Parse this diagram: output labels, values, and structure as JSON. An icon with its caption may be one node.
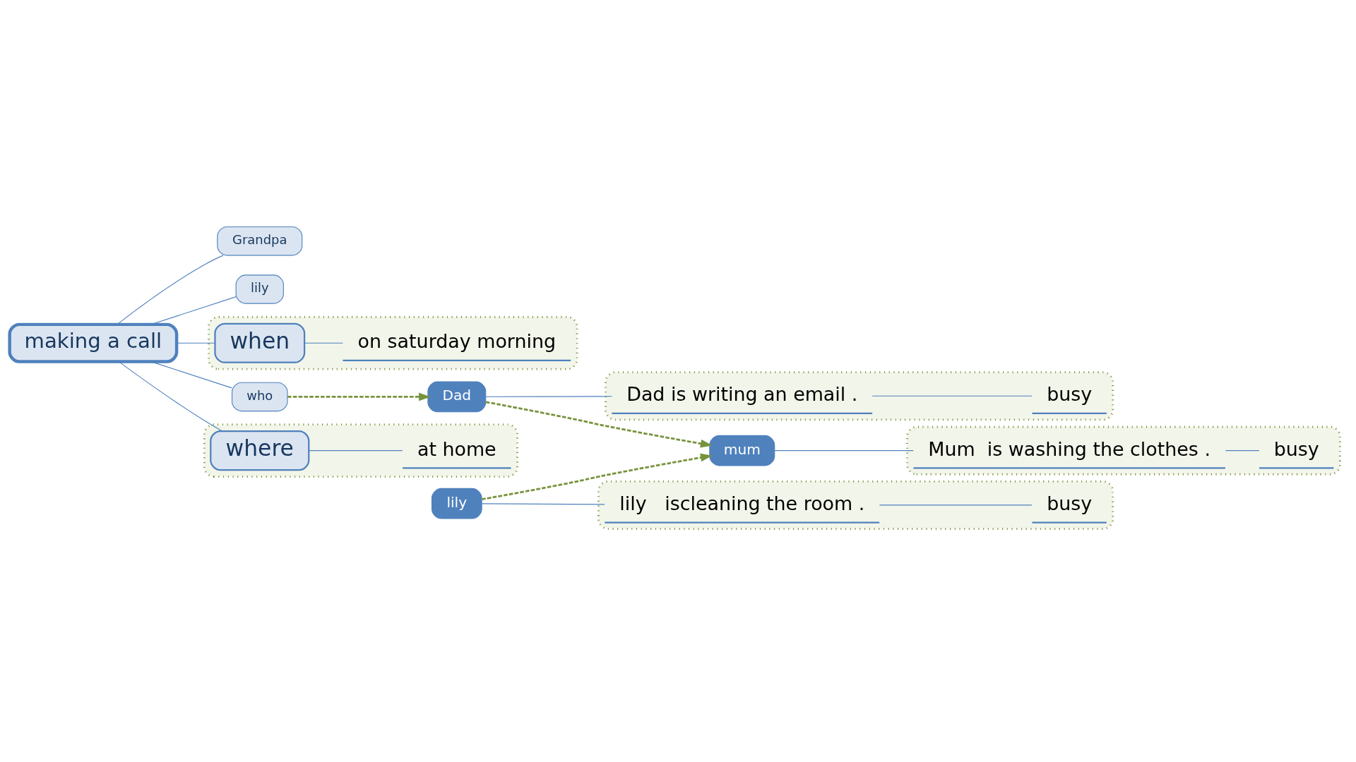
{
  "diagram": {
    "nodes": [
      {
        "text": [
          "making a call"
        ]
      },
      {
        "text": [
          "Grandpa"
        ]
      },
      {
        "text": [
          "lily"
        ]
      },
      {
        "text": [
          "who"
        ]
      },
      {
        "text": [],
        "shape": "box"
      },
      {
        "text": [
          "when"
        ],
        "in": 4
      },
      {
        "text": [
          "on saturday morning"
        ],
        "in": 4
      },
      {
        "text": [],
        "shape": "box"
      },
      {
        "text": [
          "where"
        ],
        "in": 7
      },
      {
        "text": [
          "at home"
        ],
        "in": 7
      },
      {
        "text": [
          "Dad"
        ]
      },
      {
        "text": [],
        "shape": "box"
      },
      {
        "text": [
          "Dad is writing an email ."
        ],
        "in": 11
      },
      {
        "text": [
          "busy"
        ],
        "in": 11
      },
      {
        "text": [
          "mum"
        ]
      },
      {
        "text": [],
        "shape": "box"
      },
      {
        "text": [
          "Mum  is washing the clothes ."
        ],
        "in": 15
      },
      {
        "text": [
          "busy"
        ],
        "in": 15
      },
      {
        "text": [
          "lily"
        ]
      },
      {
        "text": [],
        "shape": "box"
      },
      {
        "text": [
          "lily   iscleaning the room ."
        ],
        "in": 19
      },
      {
        "text": [
          "busy"
        ],
        "in": 19
      }
    ],
    "edges": [
      {
        "from": 0,
        "to": 1,
        "arrow": "none"
      },
      {
        "from": 0,
        "to": 2,
        "arrow": "none"
      },
      {
        "from": 0,
        "to": 3,
        "arrow": "none"
      },
      {
        "from": 0,
        "to": 5,
        "arrow": "none"
      },
      {
        "from": 5,
        "to": 6,
        "arrow": "none"
      },
      {
        "from": 0,
        "to": 8,
        "arrow": "none"
      },
      {
        "from": 8,
        "to": 9,
        "arrow": "none"
      },
      {
        "from": 3,
        "to": 10,
        "arrow": "to",
        "style": "dashed",
        "color": "#77933c"
      },
      {
        "from": 10,
        "to": 12,
        "arrow": "none"
      },
      {
        "from": 12,
        "to": 13,
        "arrow": "none"
      },
      {
        "from": 10,
        "to": 14,
        "arrow": "to",
        "style": "dashed",
        "color": "#77933c"
      },
      {
        "from": 14,
        "to": 16,
        "arrow": "none"
      },
      {
        "from": 16,
        "to": 17,
        "arrow": "none"
      },
      {
        "from": 18,
        "to": 14,
        "arrow": "to",
        "style": "dashed",
        "color": "#77933c"
      },
      {
        "from": 18,
        "to": 20,
        "arrow": "none"
      },
      {
        "from": 20,
        "to": 21,
        "arrow": "none"
      }
    ]
  }
}
